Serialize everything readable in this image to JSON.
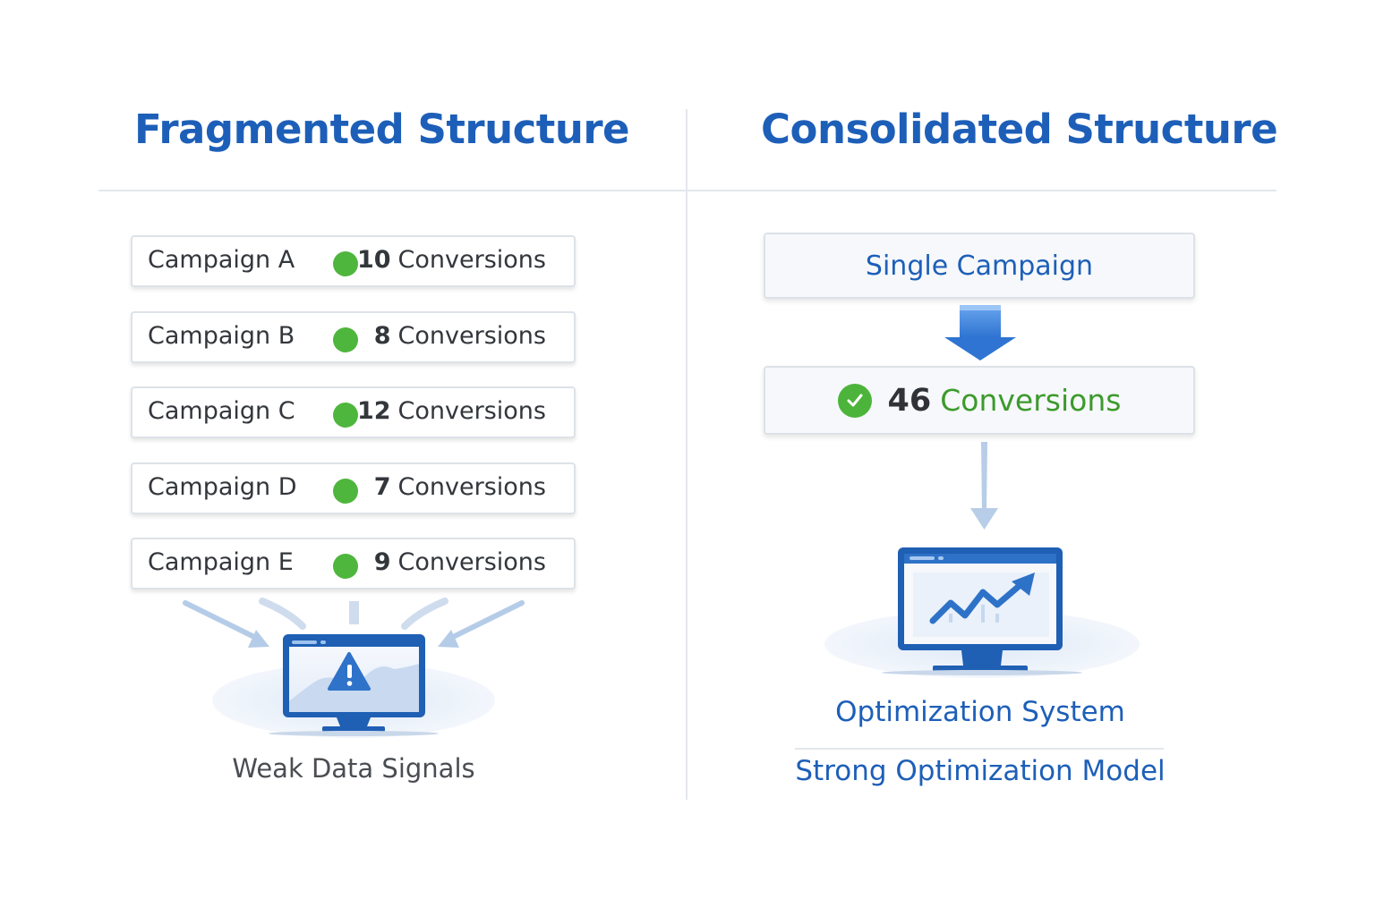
{
  "left": {
    "heading": "Fragmented Structure",
    "campaigns": [
      {
        "name": "Campaign A",
        "count": "10",
        "unit": "Conversions"
      },
      {
        "name": "Campaign B",
        "count": "8",
        "unit": "Conversions"
      },
      {
        "name": "Campaign C",
        "count": "12",
        "unit": "Conversions"
      },
      {
        "name": "Campaign D",
        "count": "7",
        "unit": "Conversions"
      },
      {
        "name": "Campaign E",
        "count": "9",
        "unit": "Conversions"
      }
    ],
    "caption": "Weak Data Signals"
  },
  "right": {
    "heading": "Consolidated Structure",
    "single_label": "Single Campaign",
    "total_count": "46",
    "total_unit": "Conversions",
    "system_caption": "Optimization System",
    "model_caption": "Strong Optimization Model"
  },
  "colors": {
    "heading_blue": "#1d5fb8",
    "status_green": "#4fb63d",
    "arrow_blue": "#3a82d8",
    "warning_blue": "#2f72c9"
  },
  "icons": [
    "green-dot-icon",
    "check-circle-icon",
    "down-arrow-icon",
    "warning-icon",
    "monitor-icon",
    "trend-up-icon"
  ]
}
